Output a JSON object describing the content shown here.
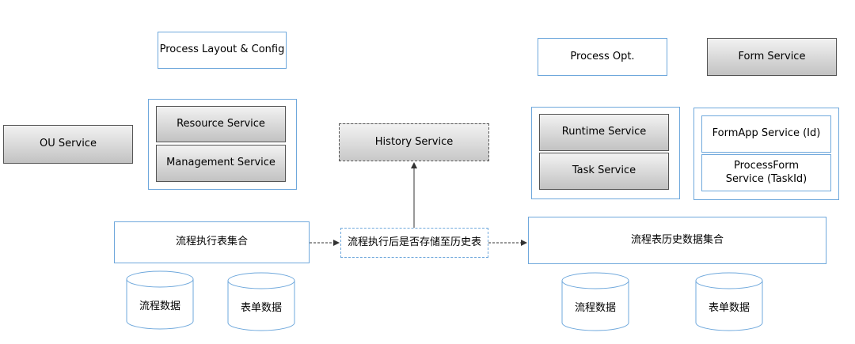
{
  "top": {
    "process_layout": "Process Layout & Config",
    "process_opt": "Process Opt.",
    "form_service": "Form Service"
  },
  "left": {
    "ou_service": "OU Service",
    "resource_service": "Resource Service",
    "management_service": "Management Service",
    "exec_tables": "流程执行表集合",
    "db_process": "流程数据",
    "db_form": "表单数据"
  },
  "middle": {
    "history_service": "History Service",
    "store_note": "流程执行后是否存储至历史表"
  },
  "right": {
    "runtime_service": "Runtime Service",
    "task_service": "Task Service",
    "formapp_service": "FormApp Service (Id)",
    "processform_service": "ProcessForm Service (TaskId)",
    "history_tables": "流程表历史数据集合",
    "db_process": "流程数据",
    "db_form": "表单数据"
  },
  "colors": {
    "outline": "#6fa8dc",
    "gray_top": "#f2f2f2",
    "gray_bottom": "#c2c2c2",
    "line": "#333333"
  }
}
